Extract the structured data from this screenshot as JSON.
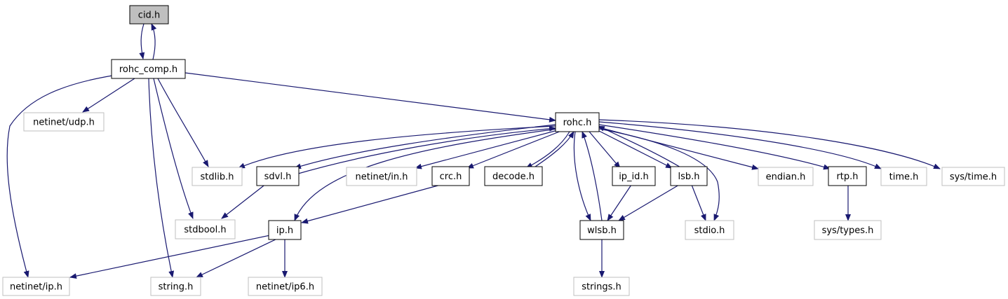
{
  "colors": {
    "edge": "#191970",
    "node_border_local": "#000000",
    "node_border_system": "#bfbfbf",
    "node_fill": "#ffffff",
    "node_fill_current": "#bfbfbf"
  },
  "nodes": [
    {
      "id": "cid",
      "label": "cid.h",
      "kind": "current"
    },
    {
      "id": "rohc_comp",
      "label": "rohc_comp.h",
      "kind": "local"
    },
    {
      "id": "udp",
      "label": "netinet/udp.h",
      "kind": "system"
    },
    {
      "id": "rohc",
      "label": "rohc.h",
      "kind": "local"
    },
    {
      "id": "stdlib",
      "label": "stdlib.h",
      "kind": "system"
    },
    {
      "id": "sdvl",
      "label": "sdvl.h",
      "kind": "local"
    },
    {
      "id": "in",
      "label": "netinet/in.h",
      "kind": "system"
    },
    {
      "id": "crc",
      "label": "crc.h",
      "kind": "local"
    },
    {
      "id": "decode",
      "label": "decode.h",
      "kind": "local"
    },
    {
      "id": "ip_id",
      "label": "ip_id.h",
      "kind": "local"
    },
    {
      "id": "lsb",
      "label": "lsb.h",
      "kind": "local"
    },
    {
      "id": "endian",
      "label": "endian.h",
      "kind": "system"
    },
    {
      "id": "rtp",
      "label": "rtp.h",
      "kind": "local"
    },
    {
      "id": "time",
      "label": "time.h",
      "kind": "system"
    },
    {
      "id": "systime",
      "label": "sys/time.h",
      "kind": "system"
    },
    {
      "id": "stdbool",
      "label": "stdbool.h",
      "kind": "system"
    },
    {
      "id": "ip",
      "label": "ip.h",
      "kind": "local"
    },
    {
      "id": "wlsb",
      "label": "wlsb.h",
      "kind": "local"
    },
    {
      "id": "stdio",
      "label": "stdio.h",
      "kind": "system"
    },
    {
      "id": "systypes",
      "label": "sys/types.h",
      "kind": "system"
    },
    {
      "id": "netip",
      "label": "netinet/ip.h",
      "kind": "system"
    },
    {
      "id": "string",
      "label": "string.h",
      "kind": "system"
    },
    {
      "id": "ip6",
      "label": "netinet/ip6.h",
      "kind": "system"
    },
    {
      "id": "strings",
      "label": "strings.h",
      "kind": "system"
    }
  ]
}
